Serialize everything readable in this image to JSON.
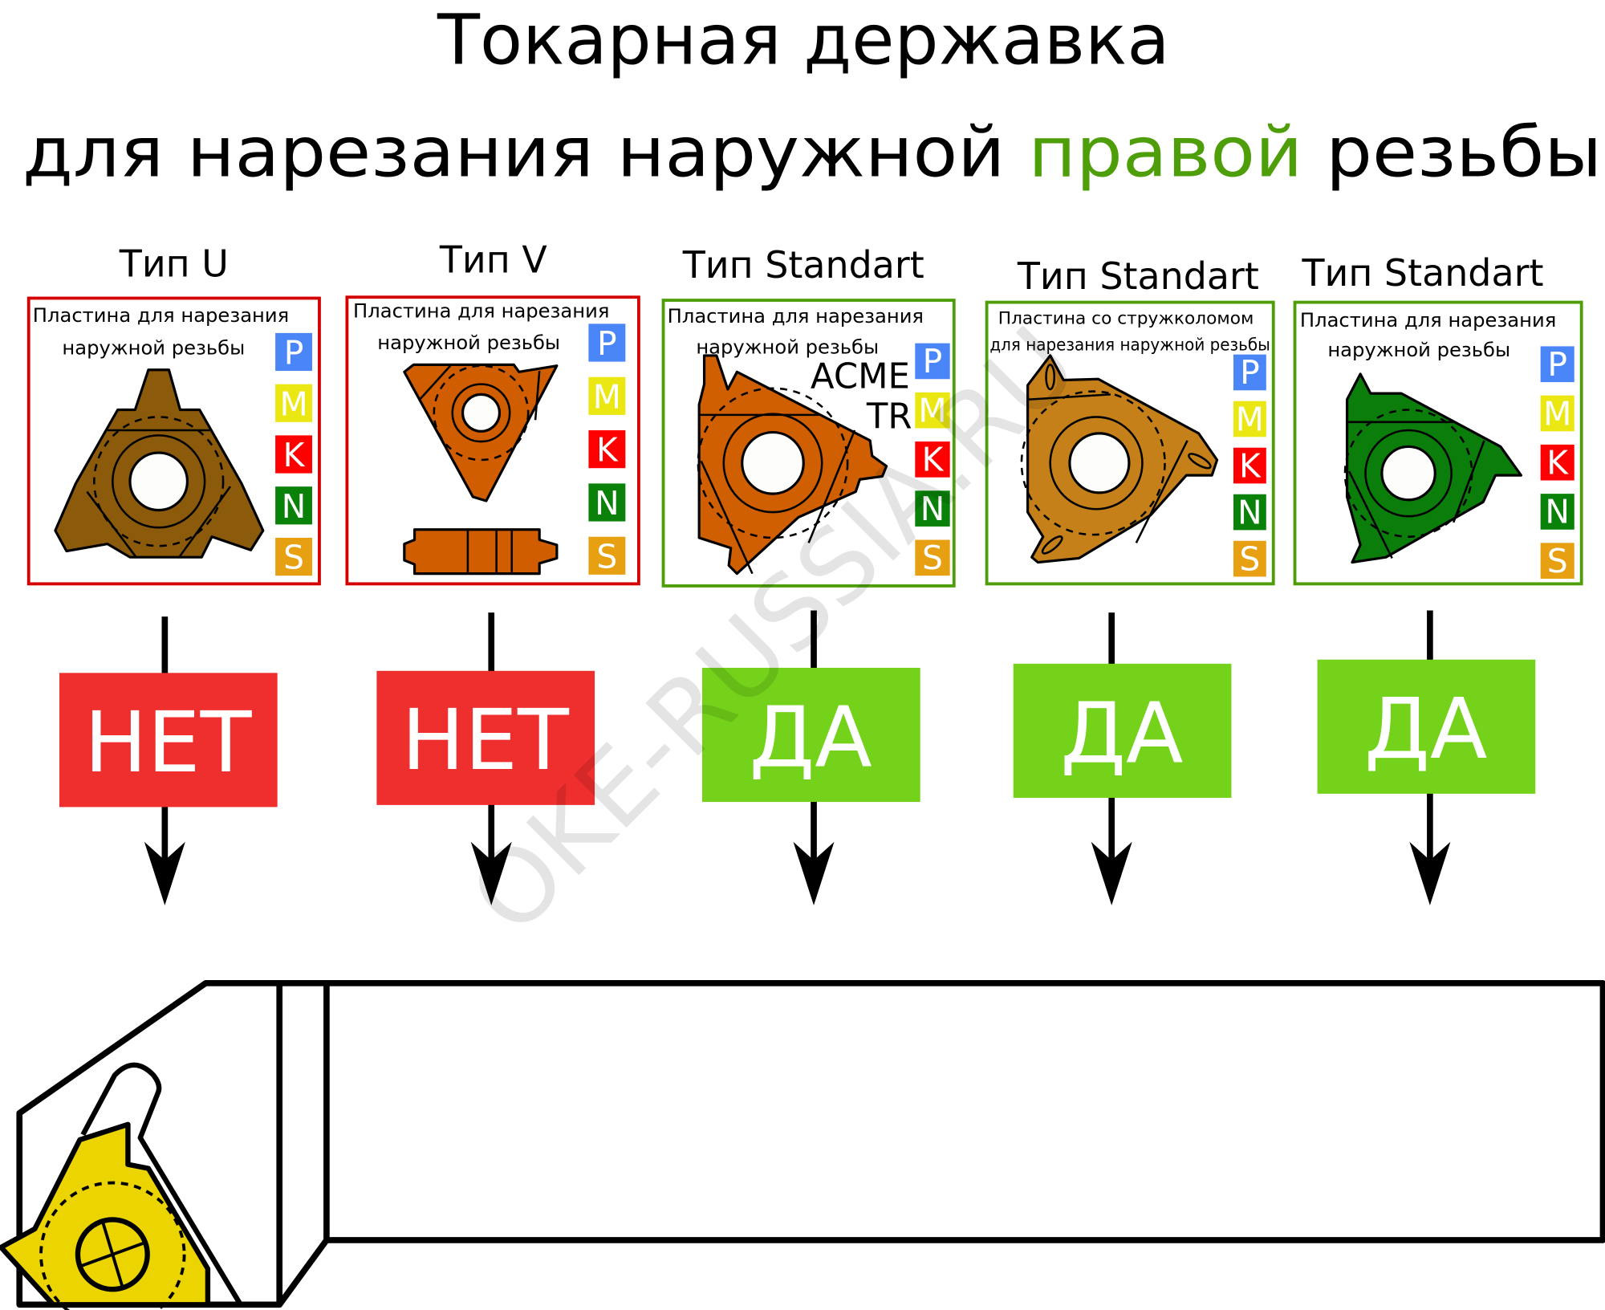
{
  "title": {
    "line1": "Токарная державка",
    "line2_start": "для нарезания наружной",
    "line2_accent": "правой",
    "line2_end": "резьбы",
    "accent_color": "#4E9E0A"
  },
  "watermark": "OKE-RUSSIA.RU",
  "badges": [
    {
      "letter": "P",
      "color": "#4A86F7"
    },
    {
      "letter": "M",
      "color": "#EAE712"
    },
    {
      "letter": "K",
      "color": "#FF0000"
    },
    {
      "letter": "N",
      "color": "#0A820A"
    },
    {
      "letter": "S",
      "color": "#E8A013"
    }
  ],
  "cards": [
    {
      "title": "Тип U",
      "line1": "Пластина для нарезания",
      "line2": "наружной резьбы",
      "verdict": "НЕТ",
      "verdict_color": "#EF2E2E",
      "border_color": "#D40000",
      "insert_color": "#8B5A0A"
    },
    {
      "title": "Тип V",
      "line1": "Пластина для нарезания",
      "line2": "наружной резьбы",
      "verdict": "НЕТ",
      "verdict_color": "#EF2E2E",
      "border_color": "#D40000",
      "insert_color": "#D05E00"
    },
    {
      "title": "Тип Standart",
      "line1": "Пластина для нарезания",
      "line2": "наружной резьбы",
      "extra1": "ACME",
      "extra2": "TR",
      "verdict": "ДА",
      "verdict_color": "#74D21A",
      "border_color": "#4E9E0A",
      "insert_color": "#CF5F00"
    },
    {
      "title": "Тип Standart",
      "line1": "Пластина со стружколомом",
      "line2": "для нарезания наружной резьбы",
      "verdict": "ДА",
      "verdict_color": "#74D21A",
      "border_color": "#4E9E0A",
      "insert_color": "#C5801A"
    },
    {
      "title": "Тип Standart",
      "line1": "Пластина для нарезания",
      "line2": "наружной резьбы",
      "verdict": "ДА",
      "verdict_color": "#74D21A",
      "border_color": "#4E9E0A",
      "insert_color": "#0A7D0A"
    }
  ],
  "holder_insert_color": "#EBD400"
}
